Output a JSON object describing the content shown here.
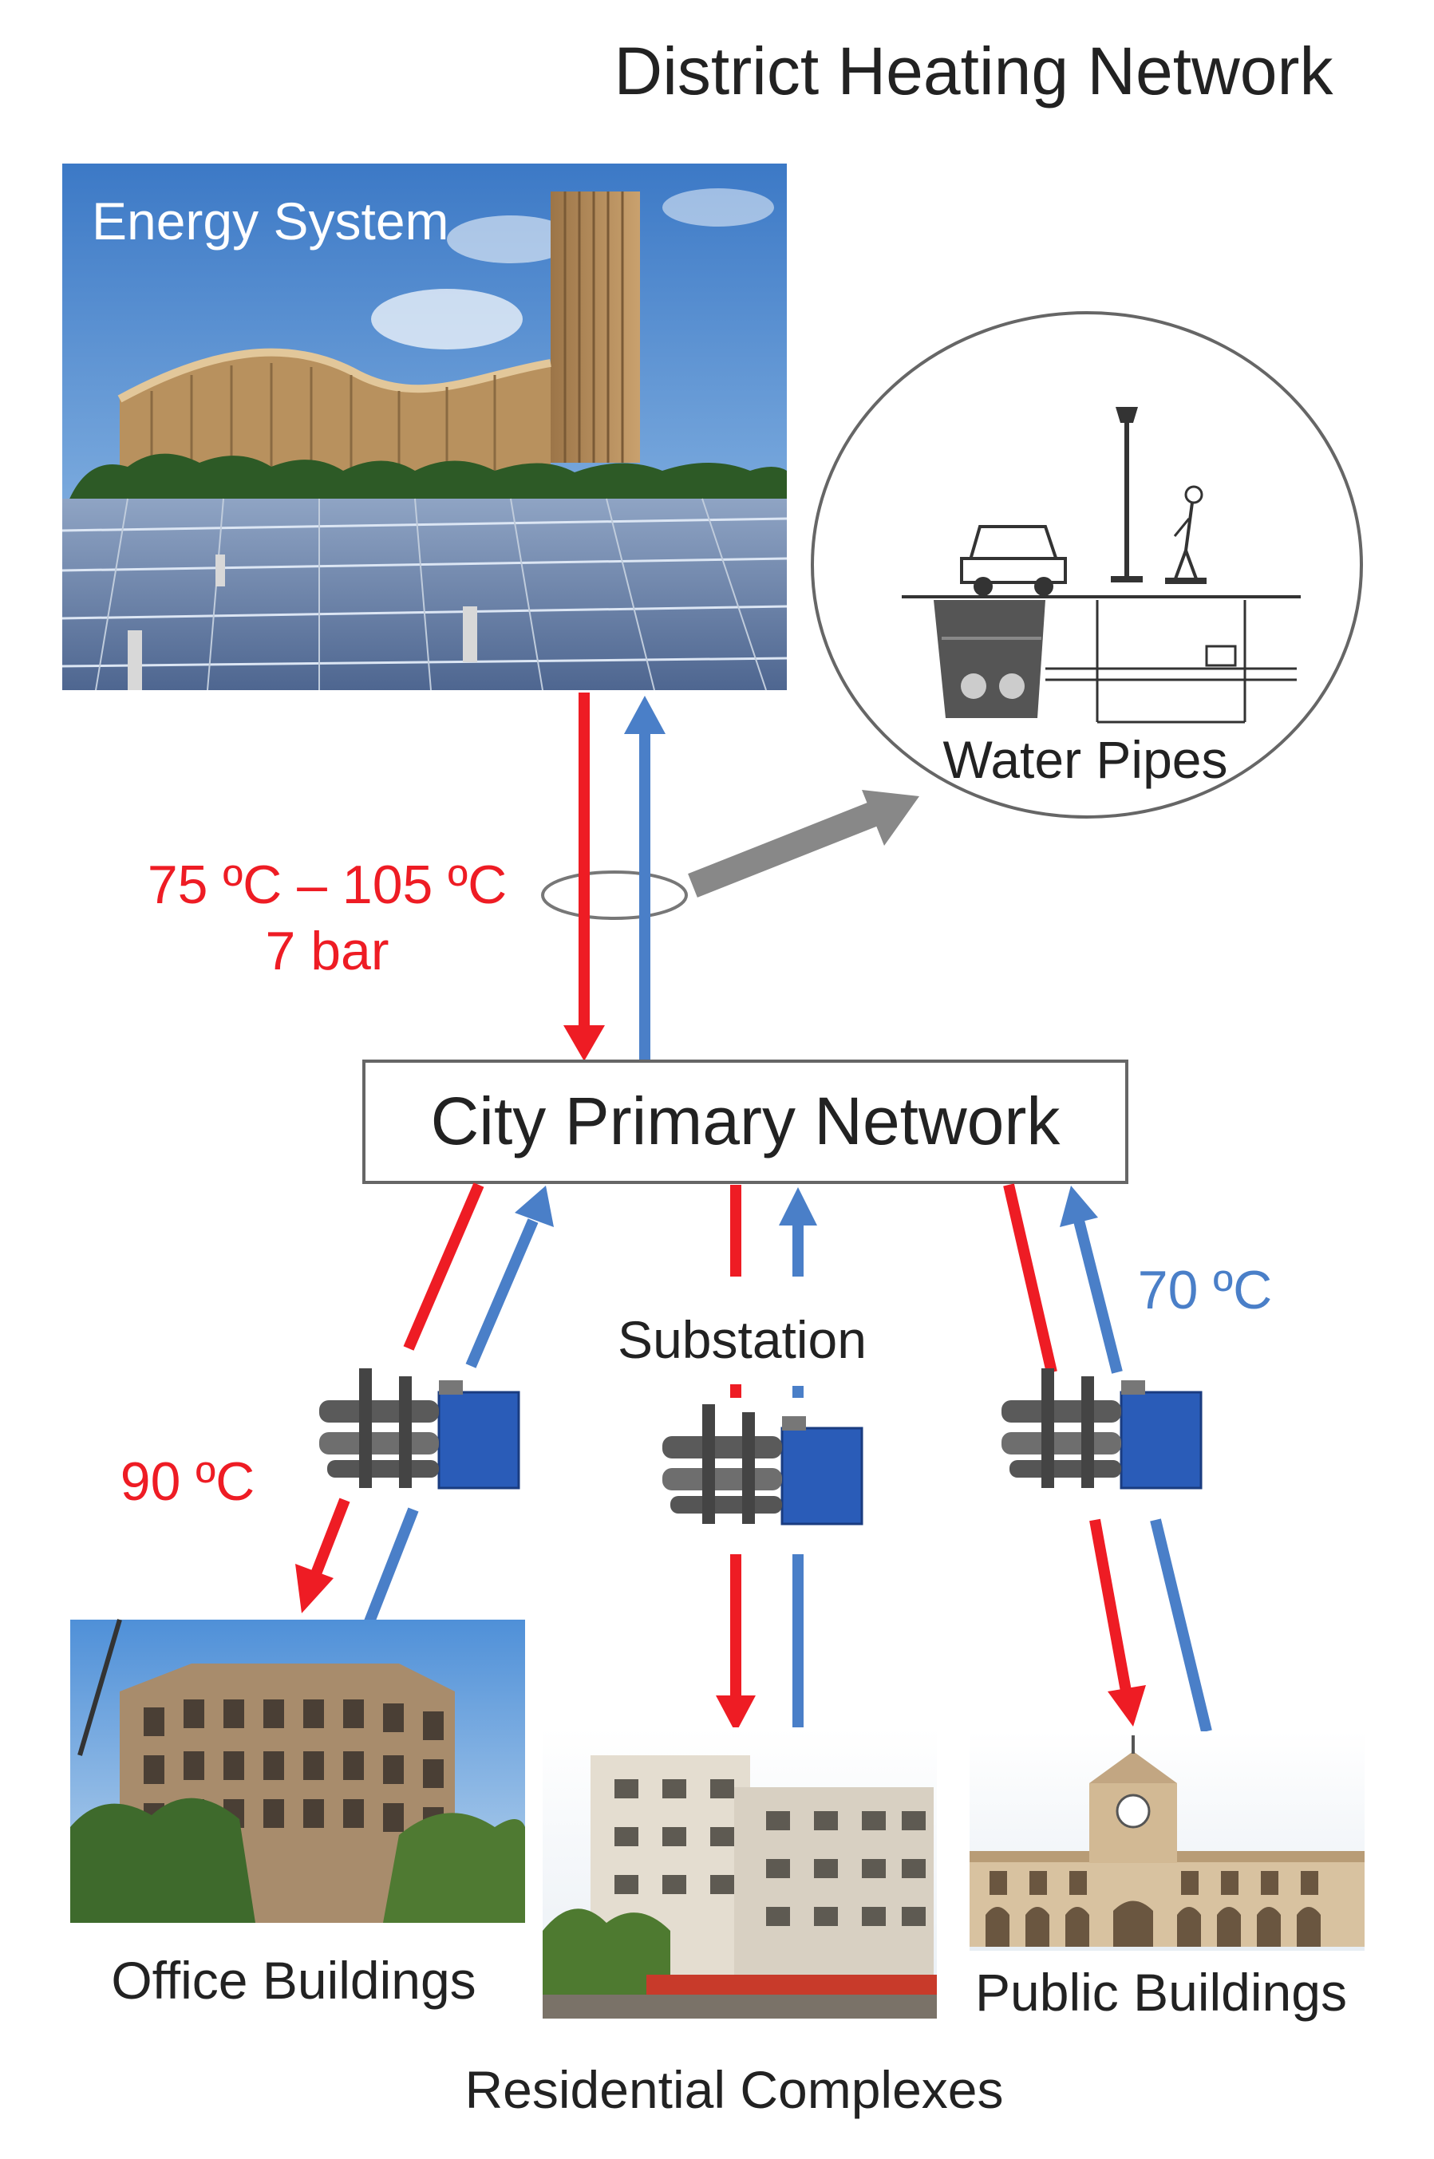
{
  "title": "District Heating Network",
  "energy_system": {
    "label": "Energy System"
  },
  "water_pipes": {
    "label": "Water Pipes"
  },
  "supply_conditions": {
    "temperature": "75 ºC – 105 ºC",
    "pressure": "7 bar"
  },
  "primary_network": {
    "label": "City Primary Network"
  },
  "substation": {
    "label": "Substation"
  },
  "return_temperature": "70 ºC",
  "secondary_temperature": "90 ºC",
  "buildings": {
    "office": "Office Buildings",
    "residential": "Residential Complexes",
    "public": "Public Buildings"
  },
  "colors": {
    "supply": "#ee1c24",
    "return": "#4a7fc8",
    "pipe_callout": "#888888"
  }
}
